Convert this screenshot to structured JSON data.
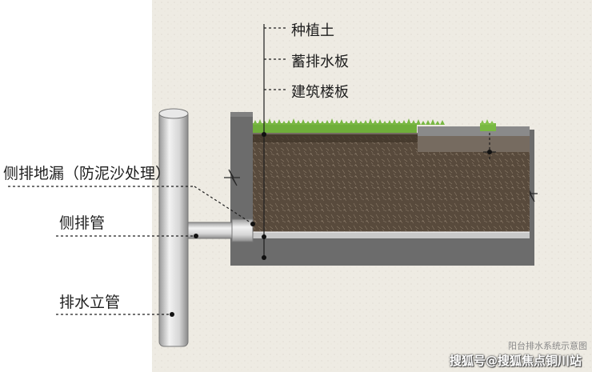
{
  "labels": {
    "planting_soil": "种植土",
    "drainage_board": "蓄排水板",
    "building_slab": "建筑楼板",
    "side_floor_drain": "侧排地漏（防泥沙处理）",
    "side_drain_pipe": "侧排管",
    "vertical_drain_pipe": "排水立管"
  },
  "caption": "阳台排水系统示意图",
  "watermark": "搜狐号@搜狐焦点铜川站",
  "colors": {
    "paper": "#eeebe3",
    "slab": "#6c6c6c",
    "soil": "#5b4c3e",
    "grass": "#6fae3a",
    "pipe": "#d7d7d7",
    "drainage_board": "#c9c9c9"
  }
}
